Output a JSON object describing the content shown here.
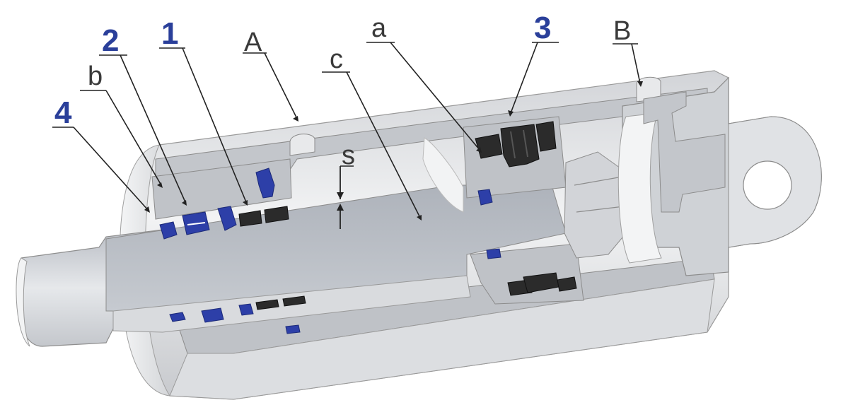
{
  "labels": {
    "one": "1",
    "two": "2",
    "three": "3",
    "four": "4",
    "A": "A",
    "B": "B",
    "a": "a",
    "b": "b",
    "c": "c",
    "s": "s"
  },
  "colors": {
    "numbered_label": "#2a3f9a",
    "lettered_label": "#3a3a3a",
    "seal_blue": "#2d3fa8",
    "seal_black": "#2b2b2b",
    "rod": "#c9ccd2",
    "body_section": "#b9bcc2",
    "body_surface": "#e2e4e7"
  }
}
